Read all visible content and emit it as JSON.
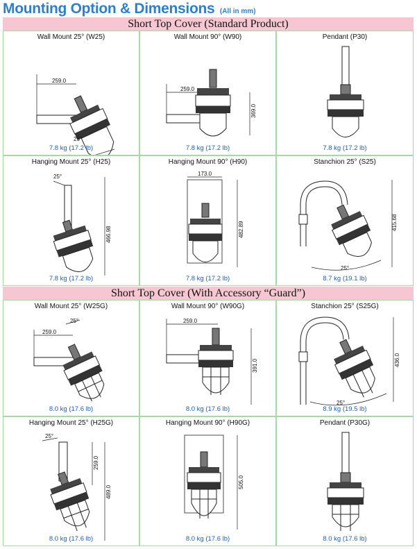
{
  "header": {
    "title": "Mounting Option & Dimensions",
    "subtitle": "(All in mm)"
  },
  "sections": [
    {
      "heading": "Short Top Cover (Standard Product)",
      "items": [
        {
          "name": "Wall Mount 25° (W25)",
          "weight": "7.8 kg (17.2 lb)",
          "dims": [
            "259.0",
            "25°"
          ]
        },
        {
          "name": "Wall Mount 90° (W90)",
          "weight": "7.8 kg (17.2 lb)",
          "dims": [
            "259.0",
            "369.0"
          ]
        },
        {
          "name": "Pendant  (P30)",
          "weight": "7.8 kg (17.2 lb)",
          "dims": []
        },
        {
          "name": "Hanging Mount 25° (H25)",
          "weight": "7.8 kg (17.2 lb)",
          "dims": [
            "25°",
            "466.98"
          ]
        },
        {
          "name": "Hanging Mount 90° (H90)",
          "weight": "7.8 kg (17.2 lb)",
          "dims": [
            "173.0",
            "482.89"
          ]
        },
        {
          "name": "Stanchion 25° (S25)",
          "weight": "8.7 kg (19.1 lb)",
          "dims": [
            "415.68",
            "25°"
          ]
        }
      ]
    },
    {
      "heading": "Short Top Cover (With Accessory “Guard”)",
      "items": [
        {
          "name": "Wall Mount 25° (W25G)",
          "weight": "8.0 kg (17.6 lb)",
          "dims": [
            "259.0",
            "25°"
          ]
        },
        {
          "name": "Wall Mount 90° (W90G)",
          "weight": "8.0 kg (17.6 lb)",
          "dims": [
            "259.0",
            "391.0"
          ]
        },
        {
          "name": "Stanchion 25° (S25G)",
          "weight": "8.9 kg (19.5 lb)",
          "dims": [
            "436.0",
            "25°"
          ]
        },
        {
          "name": "Hanging Mount 25° (H25G)",
          "weight": "8.0 kg (17.6 lb)",
          "dims": [
            "25°",
            "259.0",
            "489.0"
          ]
        },
        {
          "name": "Hanging Mount 90° (H90G)",
          "weight": "8.0 kg (17.6 lb)",
          "dims": [
            "505.0"
          ]
        },
        {
          "name": "Pendant  (P30G)",
          "weight": "8.0 kg (17.6 lb)",
          "dims": []
        }
      ]
    }
  ]
}
